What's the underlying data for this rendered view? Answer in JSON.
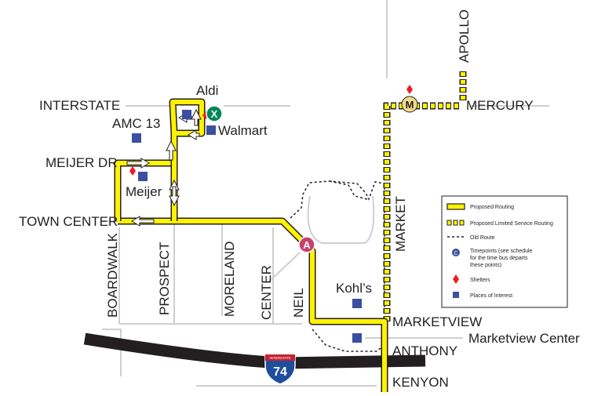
{
  "map": {
    "streets": {
      "interstate": "INTERSTATE",
      "meijer_dr": "MEIJER DR",
      "town_center": "TOWN CENTER",
      "boardwalk": "BOARDWALK",
      "prospect": "PROSPECT",
      "moreland": "MORELAND",
      "center": "CENTER",
      "neil": "NEIL",
      "market": "MARKET",
      "marketview": "MARKETVIEW",
      "anthony": "ANTHONY",
      "kenyon": "KENYON",
      "mercury": "MERCURY",
      "apollo": "APOLLO"
    },
    "places": {
      "aldi": "Aldi",
      "amc": "AMC 13",
      "walmart": "Walmart",
      "meijer": "Meijer",
      "kohls": "Kohl’s",
      "marketview_center": "Marketview Center"
    },
    "timepoints": {
      "a": "A",
      "m": "M",
      "x": "X"
    },
    "highway_shield": {
      "top": "INTERSTATE",
      "number": "74"
    },
    "colors": {
      "route": "#fff200",
      "outline": "#231f20",
      "place": "#3b4fa0",
      "shelter": "#ed1c24",
      "timepoint_a": "#c6426e",
      "timepoint_m": "#f0d98a",
      "timepoint_x": "#00875a",
      "interstate_blue": "#1f4e9c",
      "interstate_red": "#c8202f"
    }
  },
  "legend": {
    "items": [
      {
        "label": "Proposed Routing"
      },
      {
        "label": "Proposed Limited Service Routing"
      },
      {
        "label": "Old Route"
      },
      {
        "label": "Timepoints (see schedule",
        "line2": "for the time bus departs",
        "line3": "these points)"
      },
      {
        "label": "Shelters"
      },
      {
        "label": "Places of Interest"
      }
    ],
    "timepoint_symbol": "C"
  }
}
